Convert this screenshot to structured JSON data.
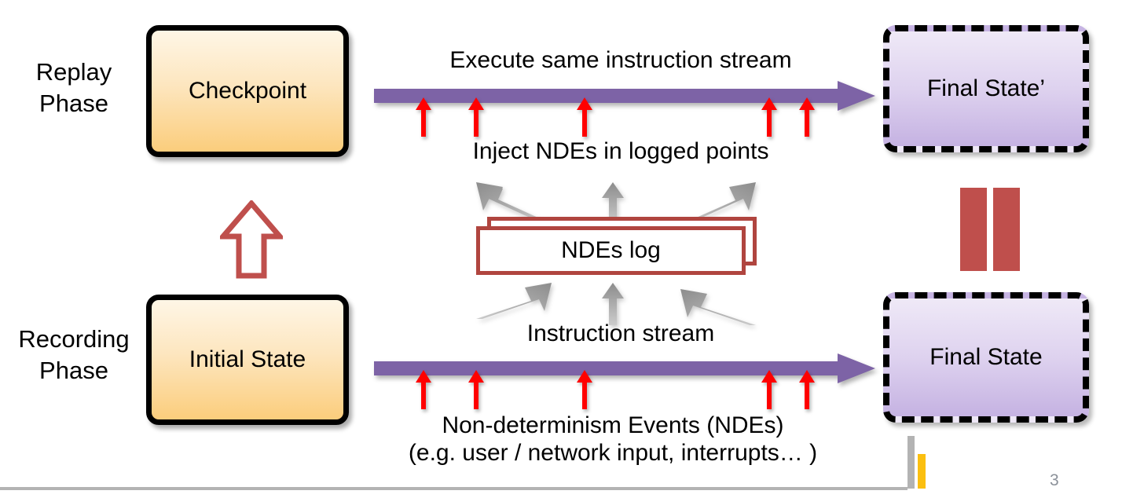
{
  "slide": {
    "page_number": "3",
    "background": "#ffffff"
  },
  "colors": {
    "stream_arrow_purple": "#7d63a6",
    "nde_tick_red": "#ff0000",
    "log_border_red": "#b0453f",
    "equals_red": "#bf4f4c",
    "gray_arrow": "#a6a6a6",
    "box_solid_border": "#000000",
    "box_amber_top": "#fef6e6",
    "box_amber_bottom": "#fbcd7c",
    "box_purple_top": "#efe9f7",
    "box_purple_bottom": "#c5b2e2",
    "footer_gray": "#b3b3b3",
    "footer_gold": "#fbbf10",
    "page_number_color": "#8b9199"
  },
  "replay": {
    "phase_label": "Replay\nPhase",
    "start_box": "Checkpoint",
    "end_box": "Final State’",
    "caption_above": "Execute same instruction stream",
    "caption_below": "Inject NDEs in logged points",
    "tick_count": 5
  },
  "recording": {
    "phase_label": "Recording\nPhase",
    "start_box": "Initial State",
    "end_box": "Final State",
    "caption_above": "Instruction stream",
    "caption_below": "Non-determinism Events (NDEs)\n(e.g. user / network input, interrupts… )",
    "tick_count": 5
  },
  "log": {
    "label": "NDEs log"
  },
  "equivalence": {
    "symbol": "=",
    "meaning": "Final State equals Final State prime"
  },
  "restore": {
    "meaning": "Checkpoint restored from Initial State"
  }
}
